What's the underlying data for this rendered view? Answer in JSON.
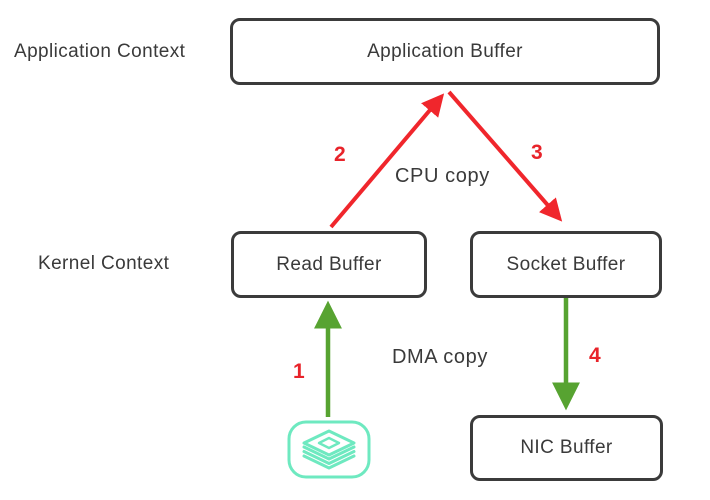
{
  "diagram": {
    "title_implied": "traditional data copy flow",
    "contexts": {
      "application": "Application Context",
      "kernel": "Kernel Context"
    },
    "nodes": {
      "application_buffer": "Application Buffer",
      "read_buffer": "Read Buffer",
      "socket_buffer": "Socket Buffer",
      "nic_buffer": "NIC Buffer"
    },
    "copy_labels": {
      "cpu_copy": "CPU copy",
      "dma_copy": "DMA copy"
    },
    "steps": {
      "step1": "1",
      "step2": "2",
      "step3": "3",
      "step4": "4"
    },
    "icons": {
      "disk": "disk-stack-icon"
    },
    "colors": {
      "arrow_red": "#f0262c",
      "arrow_green": "#57a331",
      "step_red": "#e8232a",
      "box_border": "#3b3b3b",
      "text": "#3a3a3a",
      "icon_mint": "#6ee9c0",
      "background": "#ffffff"
    }
  }
}
